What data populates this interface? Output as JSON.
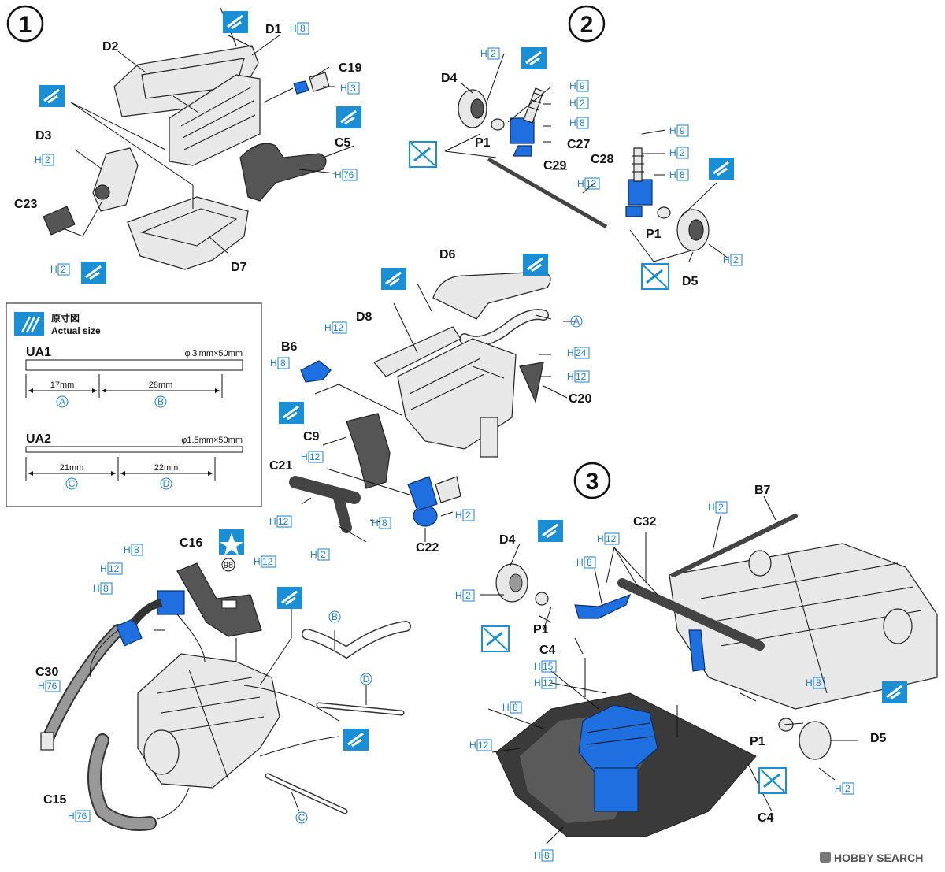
{
  "steps": [
    "1",
    "2",
    "3"
  ],
  "paint": {
    "h2": "2",
    "h3": "3",
    "h8": "8",
    "h9": "9",
    "h12": "12",
    "h15": "15",
    "h24": "24",
    "h76": "76",
    "prefix": "H"
  },
  "labels": {
    "D1": "D1",
    "D2": "D2",
    "D3": "D3",
    "D4": "D4",
    "D5": "D5",
    "D6": "D6",
    "D7": "D7",
    "D8": "D8",
    "C4": "C4",
    "C5": "C5",
    "C9": "C9",
    "C15": "C15",
    "C16": "C16",
    "C19": "C19",
    "C20": "C20",
    "C21": "C21",
    "C22": "C22",
    "C23": "C23",
    "C27": "C27",
    "C28": "C28",
    "C29": "C29",
    "C30": "C30",
    "C32": "C32",
    "B6": "B6",
    "B7": "B7",
    "P1": "P1"
  },
  "subs": {
    "A": "A",
    "B": "B",
    "C": "C",
    "D": "D"
  },
  "decal": "98",
  "legend": {
    "title_jp": "原寸図",
    "title_en": "Actual size",
    "ua1": {
      "name": "UA1",
      "spec": "φ３mm×50mm",
      "seg1": "17mm",
      "seg2": "28mm",
      "sub1": "A",
      "sub2": "B"
    },
    "ua2": {
      "name": "UA2",
      "spec": "φ1.5mm×50mm",
      "seg1": "21mm",
      "seg2": "22mm",
      "sub1": "C",
      "sub2": "D"
    }
  },
  "watermark": "HOBBY SEARCH",
  "colors": {
    "glue": "#1a8fd6",
    "part_blue": "#1e6fe0",
    "paint_code": "#1a7fd0"
  }
}
